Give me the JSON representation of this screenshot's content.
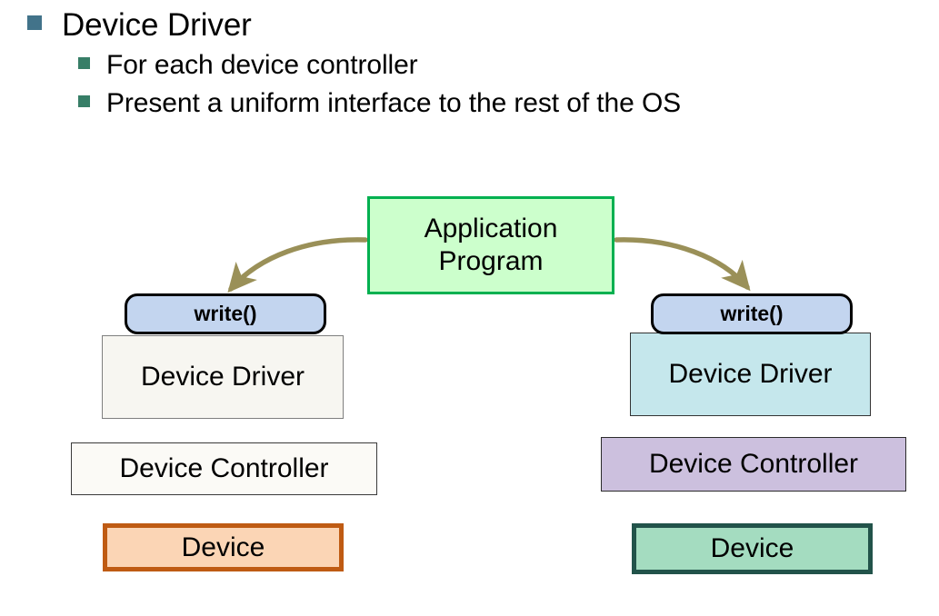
{
  "slide": {
    "bullets": [
      {
        "level": 1,
        "text": "Device Driver",
        "marker_color": "#42738a"
      },
      {
        "level": 2,
        "text": "For each device controller",
        "marker_color": "#377e67"
      },
      {
        "level": 2,
        "text": "Present a uniform interface to the rest of the OS",
        "marker_color": "#377e67"
      }
    ]
  },
  "diagram": {
    "application": {
      "line1": "Application",
      "line2": "Program",
      "fill": "#ccffcc",
      "border": "#00b050"
    },
    "left_stack": {
      "write_label": "write()",
      "driver_label": "Device Driver",
      "controller_label": "Device Controller",
      "device_label": "Device",
      "write_fill": "#c3d5ef",
      "driver_fill": "#f7f6f1",
      "controller_fill": "#fbfaf6",
      "device_fill": "#fbd5b5",
      "device_border": "#bf5b13"
    },
    "right_stack": {
      "write_label": "write()",
      "driver_label": "Device Driver",
      "controller_label": "Device Controller",
      "device_label": "Device",
      "write_fill": "#c3d5ef",
      "driver_fill": "#c5e7ec",
      "controller_fill": "#ccc0de",
      "device_fill": "#a4dcc0",
      "device_border": "#22534a"
    },
    "arrows": {
      "color": "#9a9058",
      "left_from": "Application Program",
      "left_to": "write() (left)",
      "right_from": "Application Program",
      "right_to": "write() (right)"
    }
  }
}
